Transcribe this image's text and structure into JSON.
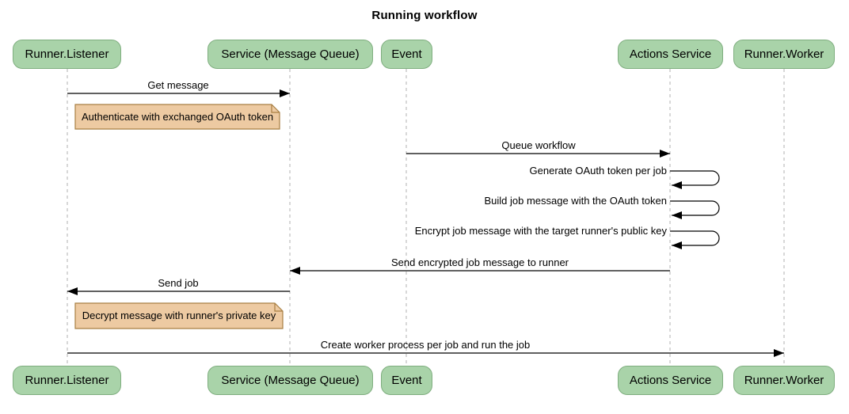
{
  "diagram": {
    "title": "Running workflow",
    "type": "sequence-diagram"
  },
  "participants": [
    {
      "label": "Runner.Listener"
    },
    {
      "label": "Service (Message Queue)"
    },
    {
      "label": "Event"
    },
    {
      "label": "Actions Service"
    },
    {
      "label": "Runner.Worker"
    }
  ],
  "messages": [
    {
      "from": "Runner.Listener",
      "to": "Service (Message Queue)",
      "label": "Get message"
    },
    {
      "from": "Event",
      "to": "Actions Service",
      "label": "Queue workflow"
    },
    {
      "from": "Actions Service",
      "to": "Actions Service",
      "label": "Generate OAuth token per job"
    },
    {
      "from": "Actions Service",
      "to": "Actions Service",
      "label": "Build job message with the OAuth token"
    },
    {
      "from": "Actions Service",
      "to": "Actions Service",
      "label": "Encrypt job message with the target runner's public key"
    },
    {
      "from": "Actions Service",
      "to": "Service (Message Queue)",
      "label": "Send encrypted job message to runner"
    },
    {
      "from": "Service (Message Queue)",
      "to": "Runner.Listener",
      "label": "Send job"
    },
    {
      "from": "Runner.Listener",
      "to": "Runner.Worker",
      "label": "Create worker process per job and run the job"
    }
  ],
  "notes": [
    {
      "over": "Runner.Listener",
      "text": "Authenticate with exchanged OAuth token"
    },
    {
      "over": "Runner.Listener",
      "text": "Decrypt message with runner's private key"
    }
  ],
  "colors": {
    "participant_fill": "#a9d3a9",
    "participant_border": "#7fae7f",
    "note_fill": "#edcaa2",
    "note_border": "#a87f43",
    "lifeline": "#b0b0b0",
    "arrow": "#000000",
    "background": "#ffffff"
  }
}
